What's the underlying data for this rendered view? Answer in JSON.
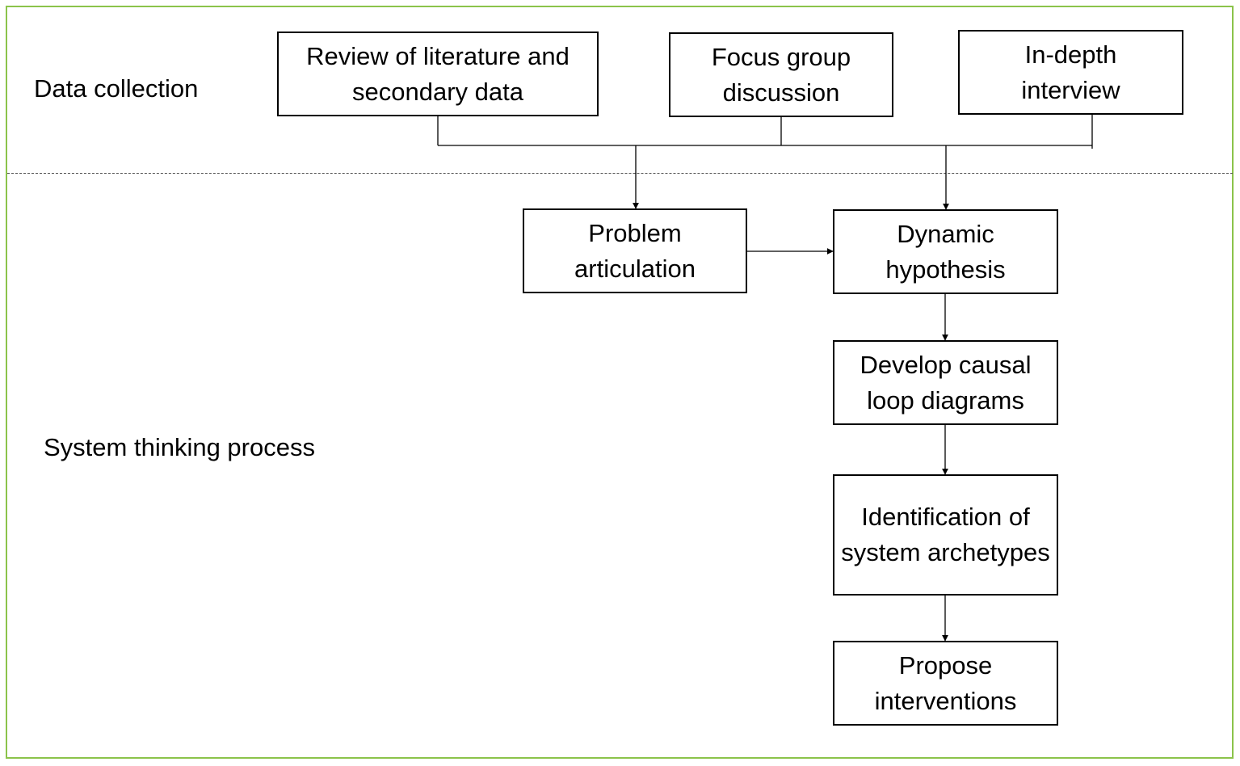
{
  "sections": {
    "data_collection": "Data collection",
    "system_thinking": "System thinking process"
  },
  "nodes": {
    "literature_review": "Review of literature and secondary data",
    "focus_group": "Focus group discussion",
    "in_depth_interview": "In-depth interview",
    "problem_articulation": "Problem articulation",
    "dynamic_hypothesis": "Dynamic hypothesis",
    "causal_loop": "Develop causal loop diagrams",
    "system_archetypes": "Identification of system archetypes",
    "interventions": "Propose interventions"
  },
  "colors": {
    "frame": "#8bc34a",
    "divider": "#555555",
    "box_border": "#000000",
    "text": "#000000"
  }
}
